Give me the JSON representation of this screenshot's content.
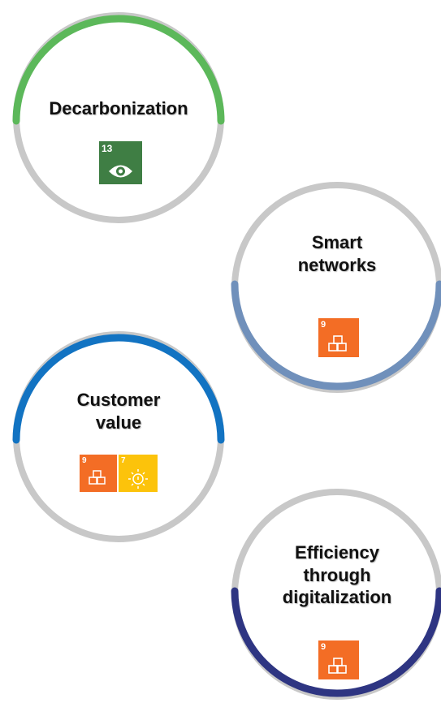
{
  "diagram": {
    "circles": [
      {
        "id": "decarbonization",
        "label_lines": [
          "Decarbonization"
        ],
        "accent_color": "#5cb85a",
        "accent_part": "top",
        "sdg_icons": [
          {
            "number": "13",
            "color": "#3f7e44",
            "icon": "globe-eye-icon",
            "caption": "CLIMATE ACTION"
          }
        ]
      },
      {
        "id": "smart-networks",
        "label_lines": [
          "Smart",
          "networks"
        ],
        "accent_color": "#7090bb",
        "accent_part": "bottom",
        "sdg_icons": [
          {
            "number": "9",
            "color": "#f36d25",
            "icon": "cubes-icon",
            "caption": "INDUSTRY, INNOVATION AND INFRASTRUCTURE"
          }
        ]
      },
      {
        "id": "customer-value",
        "label_lines": [
          "Customer",
          "value"
        ],
        "accent_color": "#1273c2",
        "accent_part": "top",
        "sdg_icons": [
          {
            "number": "9",
            "color": "#f36d25",
            "icon": "cubes-icon",
            "caption": "INDUSTRY, INNOVATION AND INFRASTRUCTURE"
          },
          {
            "number": "7",
            "color": "#fcc30b",
            "icon": "sun-power-icon",
            "caption": "AFFORDABLE AND CLEAN ENERGY"
          }
        ]
      },
      {
        "id": "efficiency-digitalization",
        "label_lines": [
          "Efficiency",
          "through",
          "digitalization"
        ],
        "accent_color": "#2e3582",
        "accent_part": "bottom",
        "sdg_icons": [
          {
            "number": "9",
            "color": "#f36d25",
            "icon": "cubes-icon",
            "caption": "INDUSTRY, INNOVATION AND INFRASTRUCTURE"
          }
        ]
      }
    ],
    "ring_base_color": "#c8c8c8"
  }
}
